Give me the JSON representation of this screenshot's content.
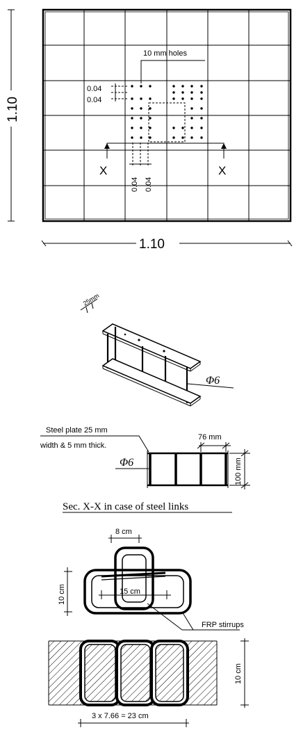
{
  "plan": {
    "holes_label": "10 mm holes",
    "spacing_label_1": "0.04",
    "spacing_label_2": "0.04",
    "spacing_label_3": "0.04",
    "spacing_label_4": "0.04",
    "section_left": "X",
    "section_right": "X",
    "height_dim": "1.10",
    "width_dim": "1.10"
  },
  "steel_link": {
    "plate_width_label": "25mm",
    "bar_label": "Φ6",
    "plate_note_line1": "Steel plate 25 mm",
    "plate_note_line2": "width & 5 mm thick.",
    "spacing_label": "76 mm",
    "bar_label_elevation": "Φ6",
    "height_label": "100 mm",
    "section_title": "Sec. X-X in case of steel links"
  },
  "frp": {
    "width_label": "8 cm",
    "height_label": "10 cm",
    "length_label": "15 cm",
    "stirrups_label": "FRP stirrups",
    "depth_label": "10 cm",
    "total_label": "3 x 7.66 = 23 cm"
  }
}
